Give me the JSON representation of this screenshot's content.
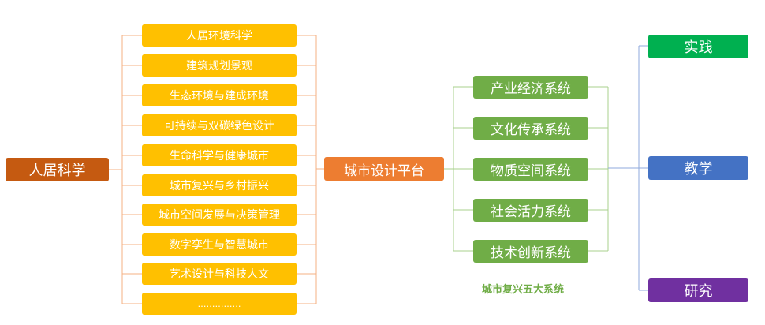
{
  "root": "人居科学",
  "topics": [
    "人居环境科学",
    "建筑规划景观",
    "生态环境与建成环境",
    "可持续与双碳绿色设计",
    "生命科学与健康城市",
    "城市复兴与乡村振兴",
    "城市空间发展与决策管理",
    "数字孪生与智慧城市",
    "艺术设计与科技人文",
    "……………"
  ],
  "platform": "城市设计平台",
  "systems": [
    "产业经济系统",
    "文化传承系统",
    "物质空间系统",
    "社会活力系统",
    "技术创新系统"
  ],
  "systems_caption": "城市复兴五大系统",
  "modes": [
    "实践",
    "教学",
    "研究"
  ],
  "colors": {
    "root": "#c55a11",
    "topic": "#ffc000",
    "platform": "#ed7d31",
    "system": "#70ad47",
    "mode_practice": "#00b050",
    "mode_teaching": "#4472c4",
    "mode_research": "#7030a0",
    "orange_line": "#f4b183",
    "green_line": "#a9d18e",
    "blue_line": "#8faadc"
  }
}
